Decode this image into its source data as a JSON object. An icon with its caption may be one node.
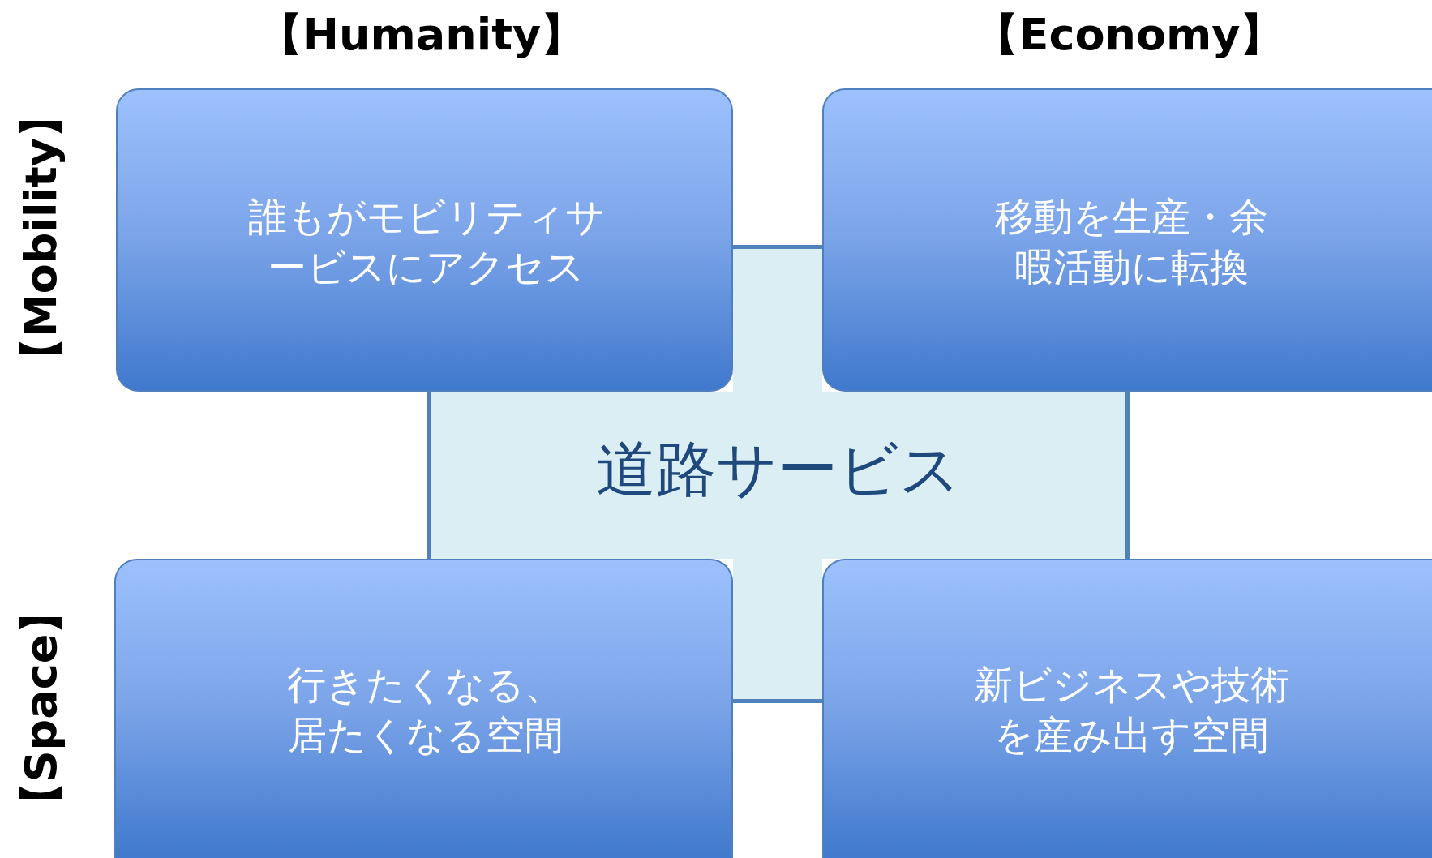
{
  "diagram": {
    "nodes": [
      {
        "text": [
          "道路サービス"
        ]
      },
      {
        "text": [
          "誰もがモビリティサービスにアクセス"
        ]
      },
      {
        "text": [
          "移動を生産・余暇活動に転換"
        ]
      },
      {
        "text": [
          "行きたくなる、居たくなる空間"
        ]
      },
      {
        "text": [
          "新ビジネスや技術を産み出す空間"
        ]
      }
    ],
    "labels": [
      "【Humanity】",
      "【Economy】",
      "【Mobility】",
      "【Space】"
    ]
  }
}
